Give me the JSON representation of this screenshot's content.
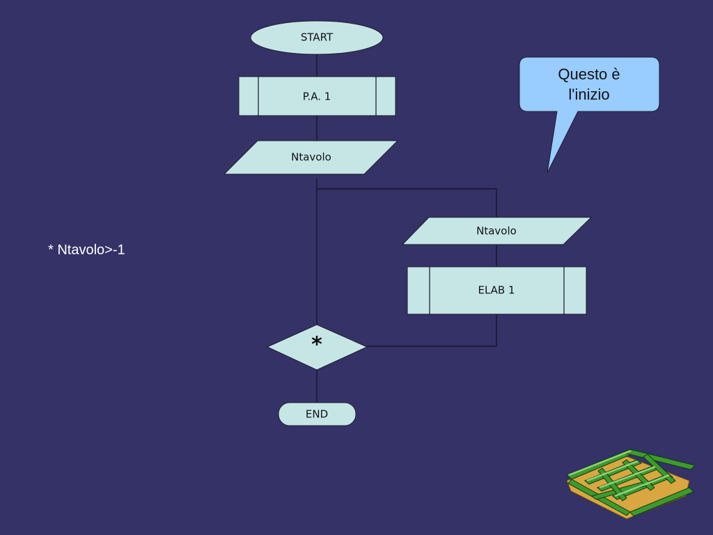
{
  "flowchart": {
    "start": "START",
    "process_1": "P.A. 1",
    "input_1": "Ntavolo",
    "input_2": "Ntavolo",
    "process_2": "ELAB 1",
    "decision": "*",
    "end": "END"
  },
  "callout": {
    "line1": "Questo è",
    "line2": "l'inizio"
  },
  "condition_note": "* Ntavolo>-1",
  "colors": {
    "background": "#343266",
    "shape_fill": "#c6e6e6",
    "callout_fill": "#99ccff",
    "note_text": "#ffffff"
  },
  "decoration": "maze-icon"
}
